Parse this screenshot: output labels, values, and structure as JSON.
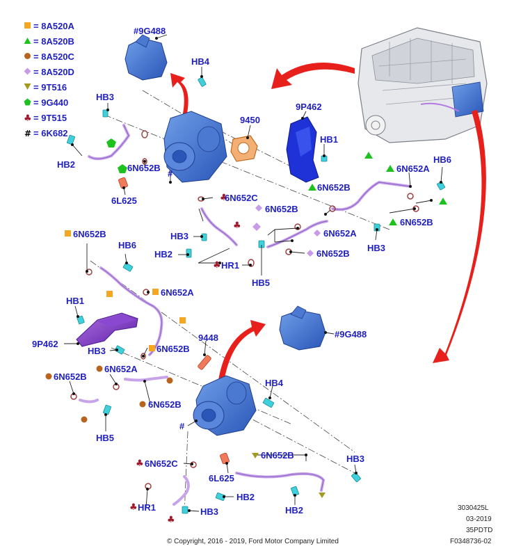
{
  "legend": [
    {
      "symbol": "square",
      "color": "#f5a623",
      "code": "8A520A"
    },
    {
      "symbol": "triangle",
      "color": "#1ec21e",
      "code": "8A520B"
    },
    {
      "symbol": "circle",
      "color": "#b8641e",
      "code": "8A520C"
    },
    {
      "symbol": "diamond",
      "color": "#c89be6",
      "code": "8A520D"
    },
    {
      "symbol": "triangle-down",
      "color": "#a39a1e",
      "code": "9T516"
    },
    {
      "symbol": "pentagon",
      "color": "#1ec21e",
      "code": "9G440"
    },
    {
      "symbol": "club",
      "color": "#a0182b",
      "code": "9T515"
    },
    {
      "symbol": "hash",
      "color": "#000000",
      "code": "6K682"
    }
  ],
  "legend_separator": "=",
  "callouts": [
    {
      "id": "9g488-top",
      "text": "#9G488"
    },
    {
      "id": "hb4-top",
      "text": "HB4"
    },
    {
      "id": "hb3-top",
      "text": "HB3"
    },
    {
      "id": "9450",
      "text": "9450"
    },
    {
      "id": "9p462-top",
      "text": "9P462"
    },
    {
      "id": "hb1-top",
      "text": "HB1"
    },
    {
      "id": "hb2-top",
      "text": "HB2"
    },
    {
      "id": "6n652b-a",
      "text": "6N652B"
    },
    {
      "id": "hash-turbo-top",
      "text": "#"
    },
    {
      "id": "6l625-top",
      "text": "6L625"
    },
    {
      "id": "6n652c-top",
      "text": "6N652C"
    },
    {
      "id": "hb3-mid",
      "text": "HB3"
    },
    {
      "id": "hb2-mid",
      "text": "HB2"
    },
    {
      "id": "hr1-top",
      "text": "HR1"
    },
    {
      "id": "hb5-mid",
      "text": "HB5"
    },
    {
      "id": "6n652b-b",
      "text": "6N652B"
    },
    {
      "id": "6n652b-c",
      "text": "6N652B"
    },
    {
      "id": "6n652a-a",
      "text": "6N652A"
    },
    {
      "id": "6n652b-d",
      "text": "6N652B"
    },
    {
      "id": "6n652a-b",
      "text": "6N652A"
    },
    {
      "id": "6n652b-e",
      "text": "6N652B"
    },
    {
      "id": "hb6-right",
      "text": "HB6"
    },
    {
      "id": "hb3-right",
      "text": "HB3"
    },
    {
      "id": "6n652b-f",
      "text": "6N652B"
    },
    {
      "id": "hb6-left",
      "text": "HB6"
    },
    {
      "id": "6n652a-c",
      "text": "6N652A"
    },
    {
      "id": "hb1-left",
      "text": "HB1"
    },
    {
      "id": "9p462-left",
      "text": "9P462"
    },
    {
      "id": "hb3-left",
      "text": "HB3"
    },
    {
      "id": "6n652b-g",
      "text": "6N652B"
    },
    {
      "id": "9448",
      "text": "9448"
    },
    {
      "id": "9g488-bottom",
      "text": "#9G488"
    },
    {
      "id": "6n652a-d",
      "text": "6N652A"
    },
    {
      "id": "6n652b-h",
      "text": "6N652B"
    },
    {
      "id": "hb4-bottom",
      "text": "HB4"
    },
    {
      "id": "6n652b-i",
      "text": "6N652B"
    },
    {
      "id": "hb5-bottom",
      "text": "HB5"
    },
    {
      "id": "hash-turbo-bottom",
      "text": "#"
    },
    {
      "id": "6n652c-bottom",
      "text": "6N652C"
    },
    {
      "id": "6n652b-j",
      "text": "6N652B"
    },
    {
      "id": "hb3-bottom-right",
      "text": "HB3"
    },
    {
      "id": "6l625-bottom",
      "text": "6L625"
    },
    {
      "id": "hr1-bottom",
      "text": "HR1"
    },
    {
      "id": "hb2-bottom-mid",
      "text": "HB2"
    },
    {
      "id": "hb3-bottom",
      "text": "HB3"
    },
    {
      "id": "hb2-bottom-right",
      "text": "HB2"
    }
  ],
  "footer": {
    "doc_number": "3030425L",
    "date": "03-2019",
    "model": "35PDTD",
    "figure_id": "F0348736-02",
    "copyright": "© Copyright, 2016 - 2019, Ford Motor Company Limited"
  }
}
